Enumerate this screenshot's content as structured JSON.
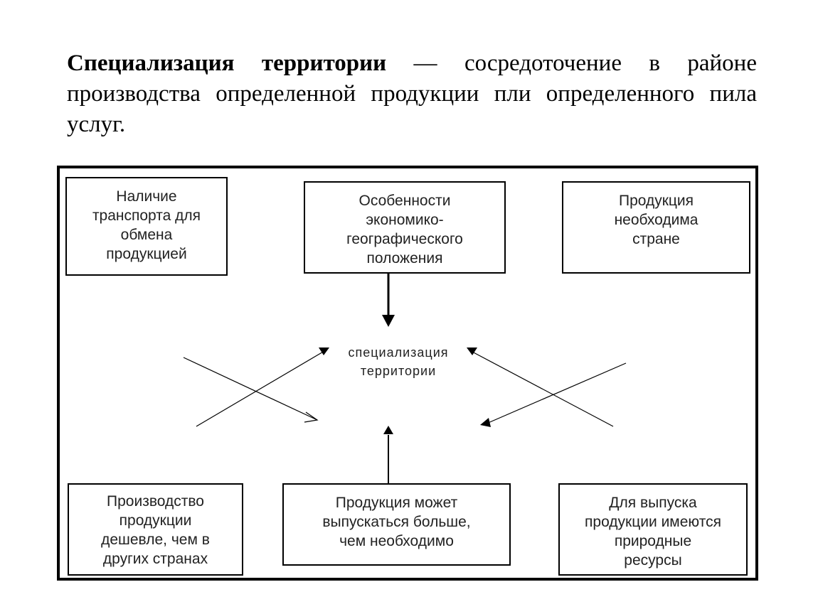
{
  "definition": {
    "term": "Специализация территории",
    "text": " — сосредоточение в районе производства определенной продукции пли определенного пила услуг."
  },
  "diagram": {
    "center": "специализация\nтерритории",
    "boxes": {
      "transport": "Наличие\nтранспорта для\nобмена\nпродукцией",
      "geography": "Особенности\nэкономико-\nгеографического\nположения",
      "country_need": "Продукция\nнеобходима\nстране",
      "cheaper": "Производство\nпродукции\nдешевле, чем в\nдругих странах",
      "more": "Продукция может\nвыпускаться больше,\nчем необходимо",
      "resources": "Для выпуска\nпродукции имеются\nприродные\nресурсы"
    }
  }
}
